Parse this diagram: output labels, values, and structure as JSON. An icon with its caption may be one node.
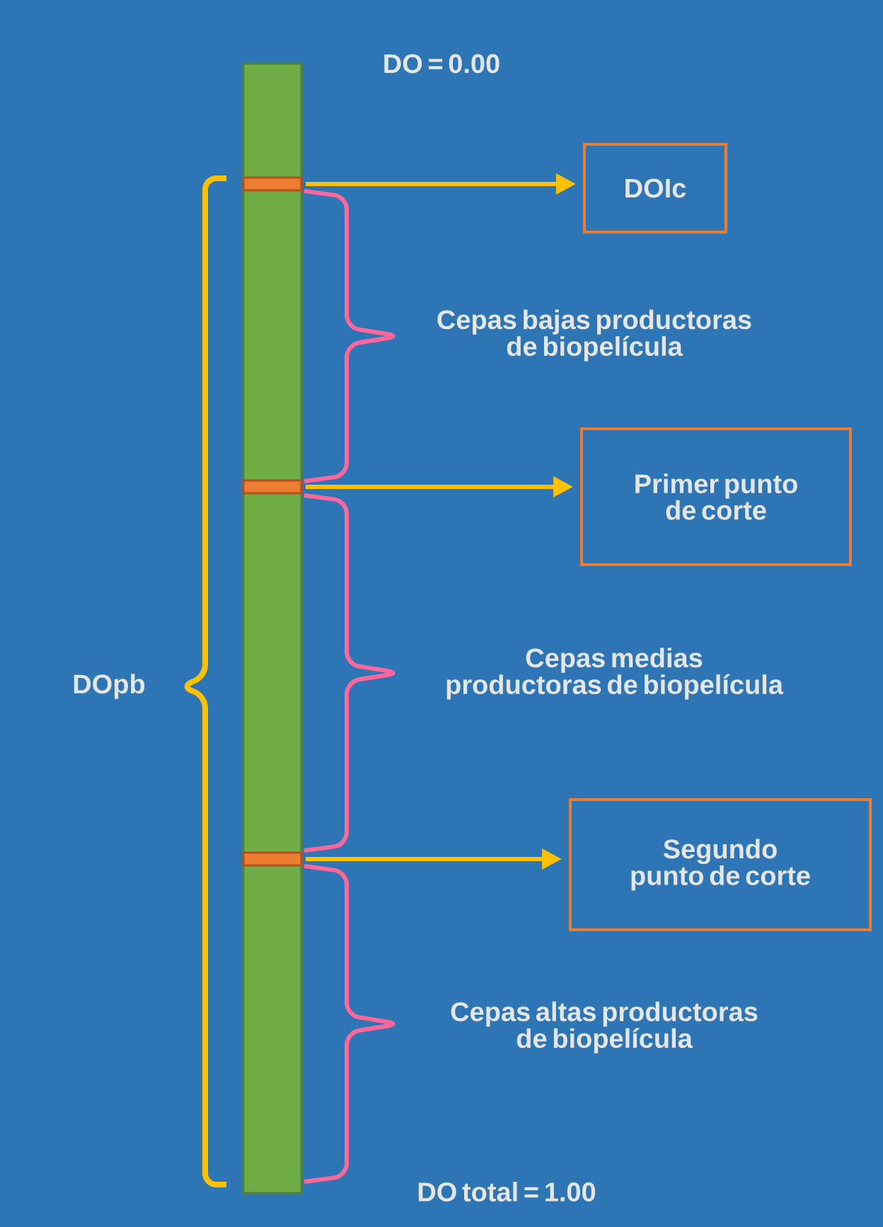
{
  "diagram": {
    "nodes": [
      {
        "text": [],
        "shape": "bar"
      },
      {
        "text": [],
        "shape": "bar",
        "in": 0
      },
      {
        "text": [],
        "shape": "bar",
        "in": 0
      },
      {
        "text": [],
        "shape": "bar",
        "in": 0
      },
      {
        "text": [
          "DOIc"
        ]
      },
      {
        "text": [
          "Primer punto de corte"
        ]
      },
      {
        "text": [
          "Segundo punto de corte"
        ]
      }
    ],
    "edges": [
      {
        "from": 1,
        "to": 4,
        "arrow": "to"
      },
      {
        "from": 2,
        "to": 5,
        "arrow": "to"
      },
      {
        "from": 3,
        "to": 6,
        "arrow": "to"
      }
    ],
    "labels": [
      "DO = 0.00",
      "Cepas bajas productoras de biopelícula",
      "Cepas medias productoras de biopelícula",
      "DOpb",
      "Cepas altas productoras de biopelícula",
      "DO total = 1.00"
    ]
  }
}
